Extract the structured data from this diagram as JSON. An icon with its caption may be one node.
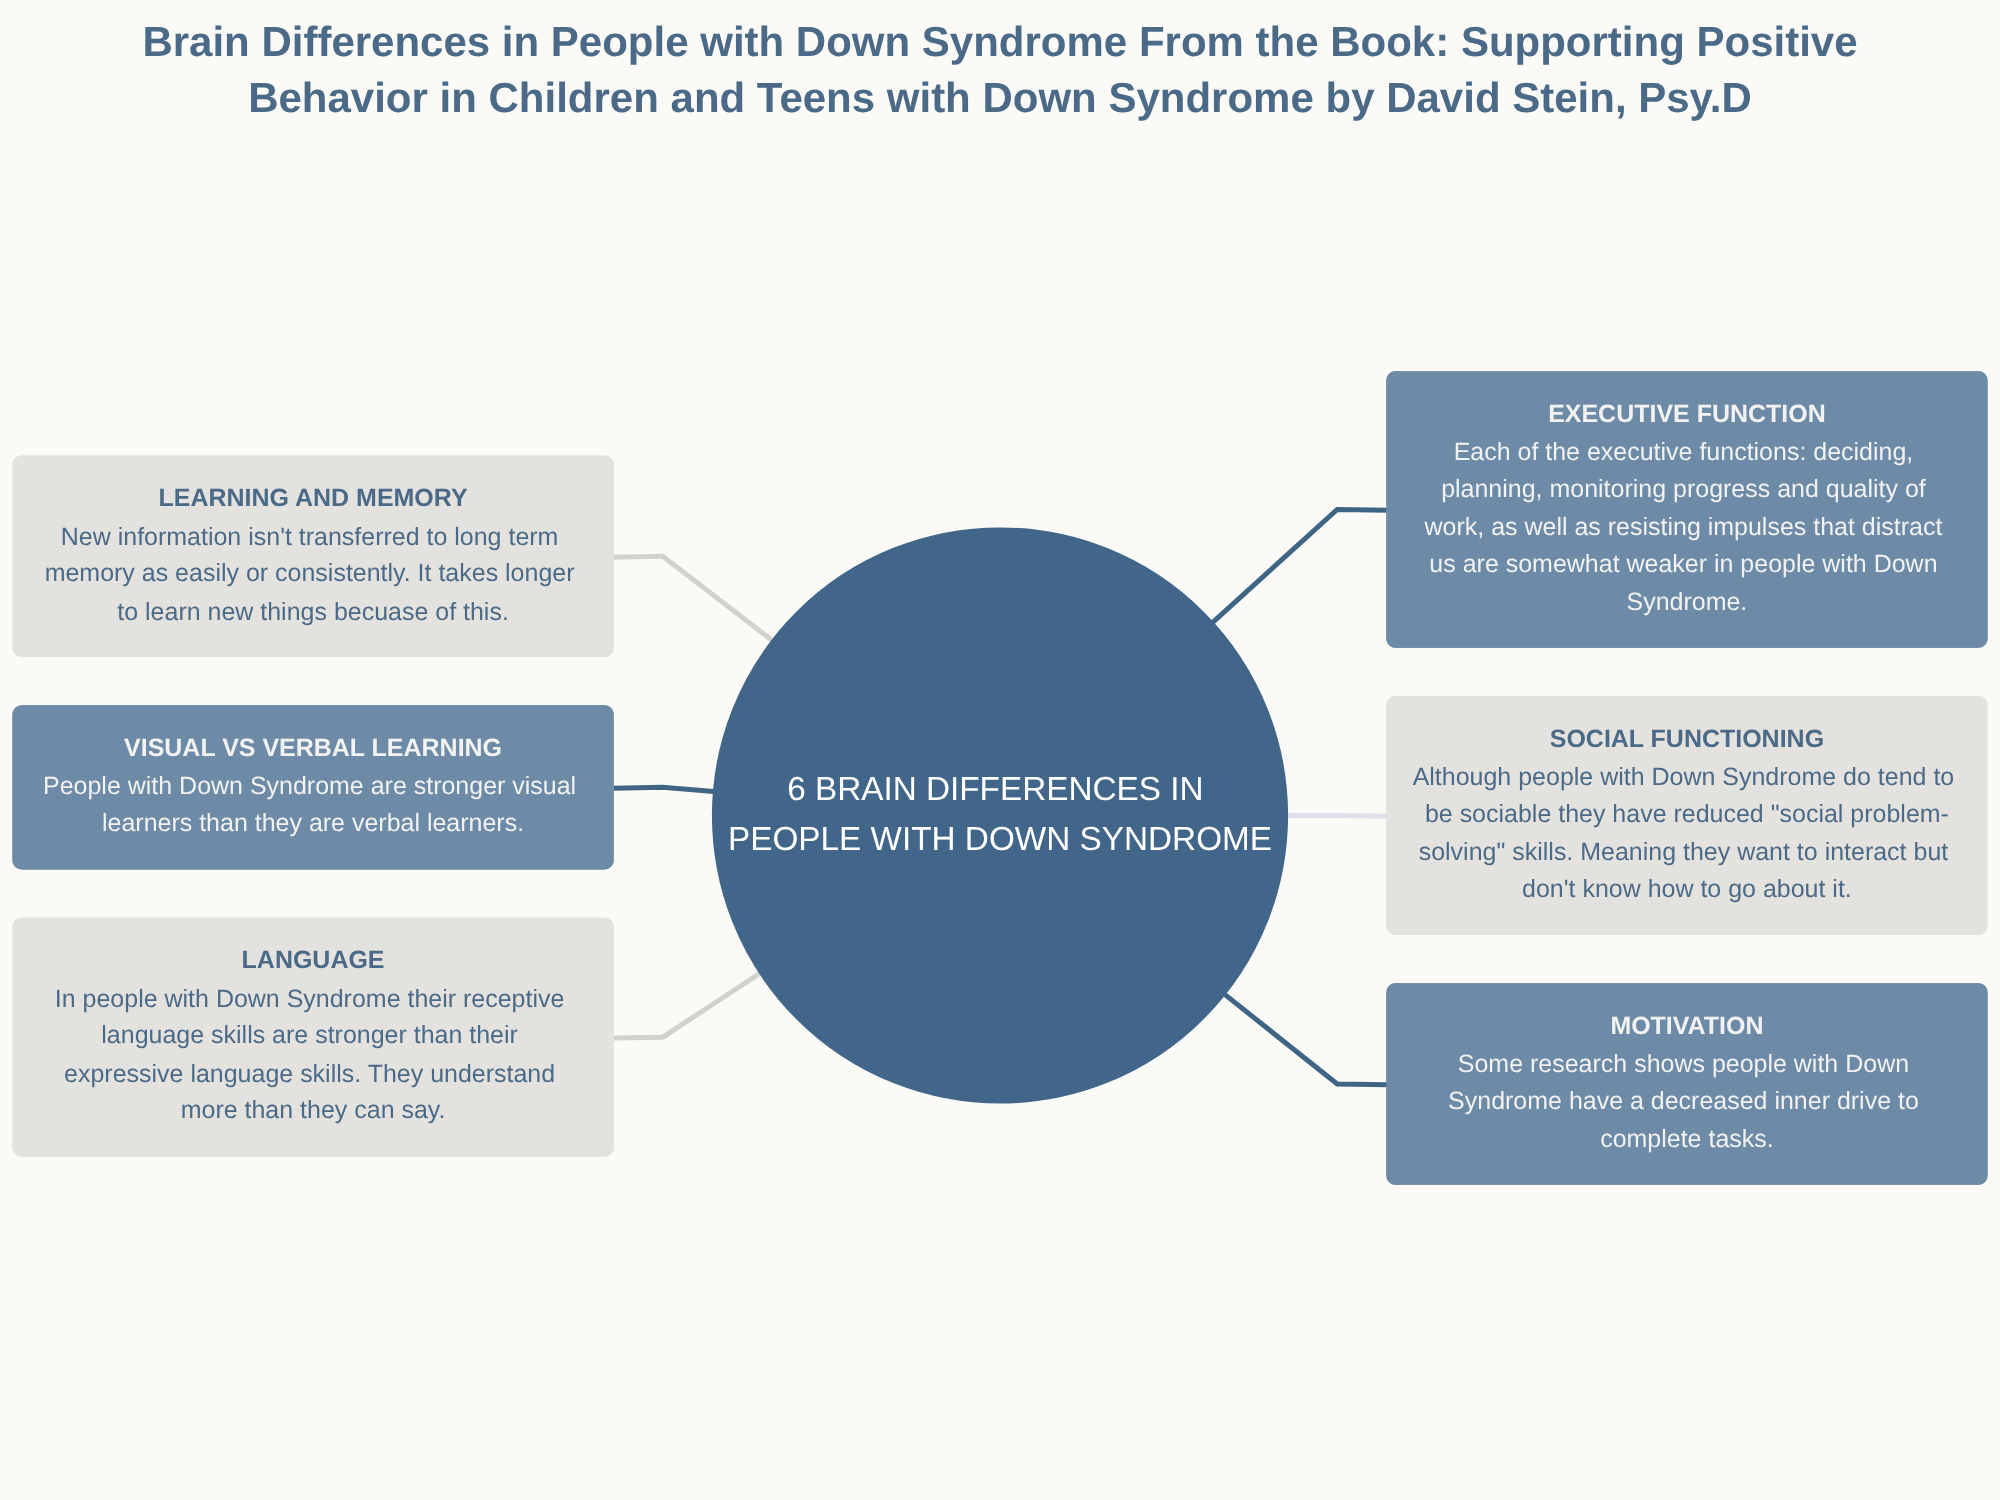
{
  "diagram": {
    "title": "Brain Differences in People with Down Syndrome From the Book: Supporting Positive Behavior in Children and Teens with Down Syndrome by David Stein, Psy.D",
    "nodes": [
      {
        "text": [
          "LEARNING AND MEMORY",
          "New information isn't transferred to long term memory as easily or consistently. It takes longer to learn new things becuase of this."
        ]
      },
      {
        "text": [
          "EXECUTIVE FUNCTION",
          "Each of the executive functions: deciding, planning, monitoring progress and quality of work, as well as resisting impulses that distract us are somewhat weaker in people with Down Syndrome."
        ]
      },
      {
        "text": [
          "VISUAL VS VERBAL LEARNING",
          "People with Down Syndrome are stronger visual learners than they are verbal learners."
        ]
      },
      {
        "text": [
          "6 BRAIN DIFFERENCES IN PEOPLE WITH DOWN SYNDROME"
        ]
      },
      {
        "text": [
          "SOCIAL FUNCTIONING",
          "Although people with Down Syndrome do tend to be sociable they have reduced \"social problem-solving\" skills. Meaning they want to interact but don't know how to go about it."
        ]
      },
      {
        "text": [
          "LANGUAGE",
          "In people with Down Syndrome their receptive language skills are stronger than their expressive language skills. They understand more than they can say."
        ]
      },
      {
        "text": [
          "MOTIVATION",
          "Some research shows people with Down Syndrome have a decreased inner drive to complete tasks."
        ]
      }
    ],
    "edges": [
      {
        "from": 0,
        "to": 3,
        "arrow": "none",
        "color": "#d3d1cc"
      },
      {
        "from": 3,
        "to": 1,
        "arrow": "none"
      },
      {
        "from": 2,
        "to": 3,
        "arrow": "none"
      },
      {
        "from": 3,
        "to": 4,
        "arrow": "none",
        "color": "#dfe0ee"
      },
      {
        "from": 5,
        "to": 3,
        "arrow": "none",
        "color": "#d3d1cc"
      },
      {
        "from": 3,
        "to": 6,
        "arrow": "none"
      }
    ]
  }
}
